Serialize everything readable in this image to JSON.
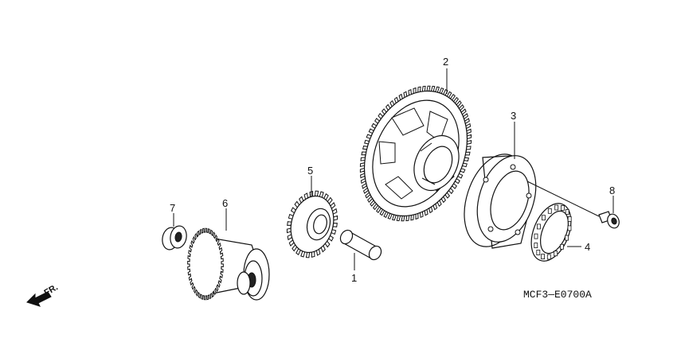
{
  "diagram": {
    "drawing_code": "MCF3—E0700A",
    "direction_label": "FR.",
    "callouts": [
      {
        "id": "c1",
        "label": "1"
      },
      {
        "id": "c2",
        "label": "2"
      },
      {
        "id": "c3",
        "label": "3"
      },
      {
        "id": "c4",
        "label": "4"
      },
      {
        "id": "c5",
        "label": "5"
      },
      {
        "id": "c6",
        "label": "6"
      },
      {
        "id": "c7",
        "label": "7"
      },
      {
        "id": "c8",
        "label": "8"
      }
    ]
  }
}
